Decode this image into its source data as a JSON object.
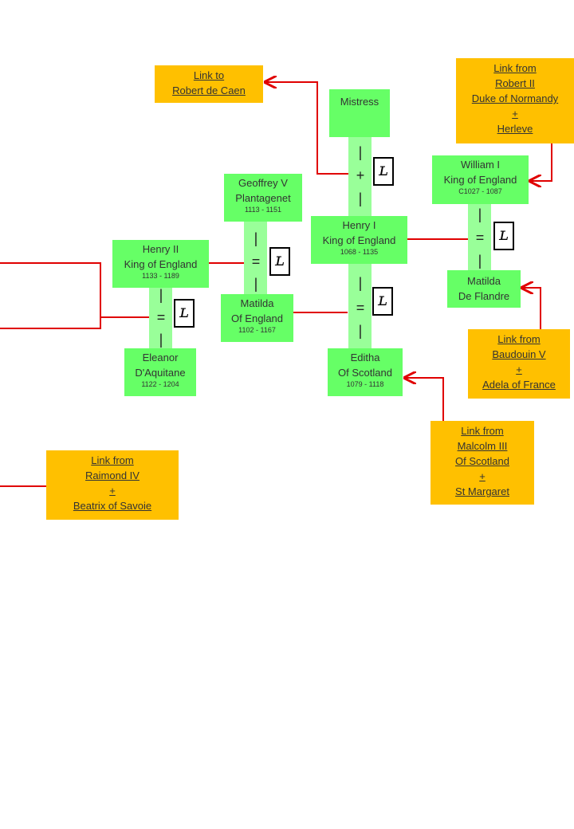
{
  "colors": {
    "person": "#66ff66",
    "union_bar": "#99ff99",
    "link": "#ffc000",
    "connector": "#e00000"
  },
  "persons": {
    "mistress": {
      "line1": "Mistress",
      "line2": "",
      "dates": ""
    },
    "henry1": {
      "line1": "Henry I",
      "line2": "King of England",
      "dates": "1068 - 1135"
    },
    "william1": {
      "line1": "William I",
      "line2": "King of England",
      "dates": "C1027 - 1087"
    },
    "matilda_f": {
      "line1": "Matilda",
      "line2": "De Flandre",
      "dates": ""
    },
    "geoffrey": {
      "line1": "Geoffrey V",
      "line2": "Plantagenet",
      "dates": "1113 - 1151"
    },
    "matilda_e": {
      "line1": "Matilda",
      "line2": "Of England",
      "dates": "1102 - 1167"
    },
    "henry2": {
      "line1": "Henry II",
      "line2": "King of England",
      "dates": "1133 - 1189"
    },
    "eleanor": {
      "line1": "Eleanor",
      "line2": "D'Aquitane",
      "dates": "1122 - 1204"
    },
    "editha": {
      "line1": "Editha",
      "line2": "Of Scotland",
      "dates": "1079 - 1118"
    }
  },
  "union_symbols": {
    "partner": "+",
    "married": "=",
    "bar": "|",
    "marker": "ʟ"
  },
  "links": {
    "robert_caen": [
      "Link to",
      "Robert de Caen"
    ],
    "robert2": [
      "Link from",
      "Robert II",
      "Duke of Normandy",
      "+",
      "Herleve"
    ],
    "baudouin": [
      "Link from",
      "Baudouin V",
      "+",
      "Adela of France"
    ],
    "malcolm": [
      "Link from",
      "Malcolm III",
      "Of Scotland",
      "+",
      "St Margaret"
    ],
    "raimond": [
      "Link from",
      "Raimond IV",
      "+",
      "Beatrix of Savoie"
    ]
  }
}
